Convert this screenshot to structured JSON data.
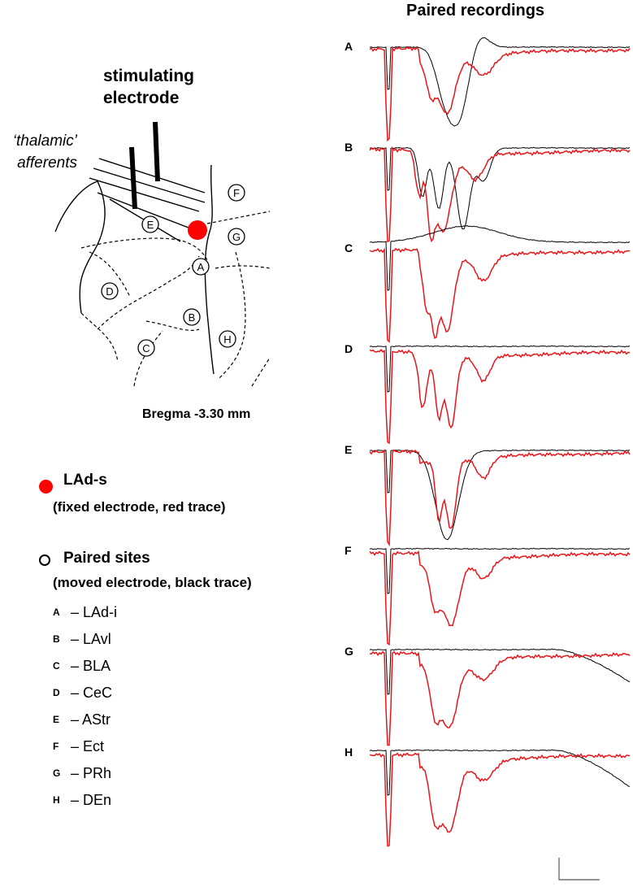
{
  "title": "Paired recordings",
  "stimulating_label": [
    "stimulating",
    "electrode"
  ],
  "thalamic_label": [
    "‘thalamic’",
    "afferents"
  ],
  "bregma_label": "Bregma -3.30 mm",
  "colors": {
    "fixed_trace": "#e8161a",
    "moved_trace": "#000000",
    "fixed_site": "#ff0000"
  },
  "legend": {
    "fixed": {
      "title": "LAd-s",
      "subtitle": "(fixed electrode, red trace)"
    },
    "paired": {
      "title": "Paired sites",
      "subtitle": "(moved electrode, black trace)"
    },
    "sites": [
      {
        "letter": "A",
        "name": "– LAd-i"
      },
      {
        "letter": "B",
        "name": "– LAvl"
      },
      {
        "letter": "C",
        "name": "– BLA"
      },
      {
        "letter": "D",
        "name": "– CeC"
      },
      {
        "letter": "E",
        "name": "– AStr"
      },
      {
        "letter": "F",
        "name": "– Ect"
      },
      {
        "letter": "G",
        "name": "– PRh"
      },
      {
        "letter": "H",
        "name": "– DEn"
      }
    ]
  },
  "diagram_sites": [
    "A",
    "B",
    "C",
    "D",
    "E",
    "F",
    "G",
    "H"
  ],
  "trace_labels": [
    "A",
    "B",
    "C",
    "D",
    "E",
    "F",
    "G",
    "H"
  ]
}
